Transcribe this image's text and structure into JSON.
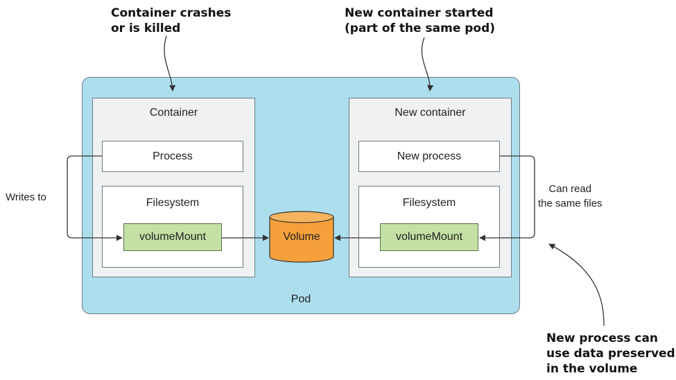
{
  "notes": {
    "top_left": [
      "Container crashes",
      "or is killed"
    ],
    "top_right": [
      "New container started",
      "(part of the same pod)"
    ],
    "bottom_right": [
      "New process can",
      "use data preserved",
      "in the volume"
    ]
  },
  "pod": {
    "label": "Pod"
  },
  "left_container": {
    "title": "Container",
    "process": "Process",
    "filesystem": "Filesystem",
    "mount": "volumeMount"
  },
  "right_container": {
    "title": "New container",
    "process": "New process",
    "filesystem": "Filesystem",
    "mount": "volumeMount"
  },
  "volume": {
    "label": "Volume"
  },
  "labels": {
    "writes_to": "Writes to",
    "can_read": [
      "Can read",
      "the same files"
    ]
  },
  "colors": {
    "pod": "#acdeee",
    "container": "#f0f1f2",
    "volume_mount": "#c4e0a4",
    "volume": "#f5a03a",
    "stroke": "#333333"
  }
}
